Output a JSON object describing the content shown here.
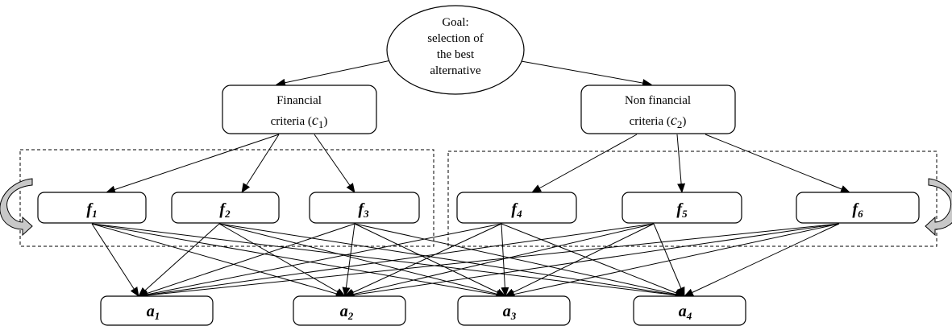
{
  "goal": {
    "lines": [
      "Goal:",
      "selection of",
      "the best",
      "alternative"
    ]
  },
  "criteria": [
    {
      "line1": "Financial",
      "line2": "criteria (",
      "var": "c",
      "sub": "1",
      "close": ")"
    },
    {
      "line1": "Non financial",
      "line2": "criteria (",
      "var": "c",
      "sub": "2",
      "close": ")"
    }
  ],
  "factors": [
    {
      "base": "f",
      "sub": "1"
    },
    {
      "base": "f",
      "sub": "2"
    },
    {
      "base": "f",
      "sub": "3"
    },
    {
      "base": "f",
      "sub": "4"
    },
    {
      "base": "f",
      "sub": "5"
    },
    {
      "base": "f",
      "sub": "6"
    }
  ],
  "alternatives": [
    {
      "base": "a",
      "sub": "1"
    },
    {
      "base": "a",
      "sub": "2"
    },
    {
      "base": "a",
      "sub": "3"
    },
    {
      "base": "a",
      "sub": "4"
    }
  ],
  "colors": {
    "stroke": "#000000",
    "loop_arrow_fill": "#c8c8c8"
  }
}
